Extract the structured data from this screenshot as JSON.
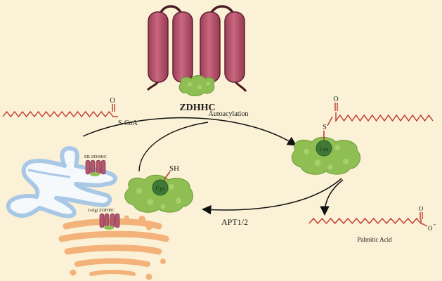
{
  "labels": {
    "zdhhc": "ZDHHC",
    "s_coa": "S-CoA",
    "autoacylation": "Autoacylation",
    "s_top": "S",
    "o_left": "O",
    "o_top": "O",
    "sh": "SH",
    "cys_left": "Cys",
    "cys_right": "Cys",
    "er_zdhhc": "ER ZDHHC",
    "golgi_zdhhc": "Golgi ZDHHC",
    "apt": "APT1/2",
    "palmitic_acid": "Palmitic Acid",
    "o_pa": "O",
    "o_minus": "O",
    "minus": "-"
  },
  "colors": {
    "background": "#fbf1d6",
    "helix": "#b85770",
    "helix_dark": "#4a1a24",
    "protein_green": "#8fbf52",
    "cys_green": "#3f7a35",
    "chain_red": "#c0392b",
    "er_blue": "#a8c8e6",
    "golgi_orange": "#f2b27a"
  }
}
